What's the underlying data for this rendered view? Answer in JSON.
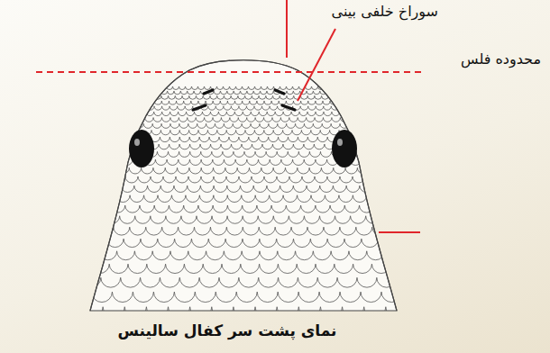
{
  "diagram": {
    "caption": "نمای پشت سر کفال سالینس",
    "labels": [
      "سوراخ خلفی بینی",
      "محدوده فلس"
    ]
  }
}
